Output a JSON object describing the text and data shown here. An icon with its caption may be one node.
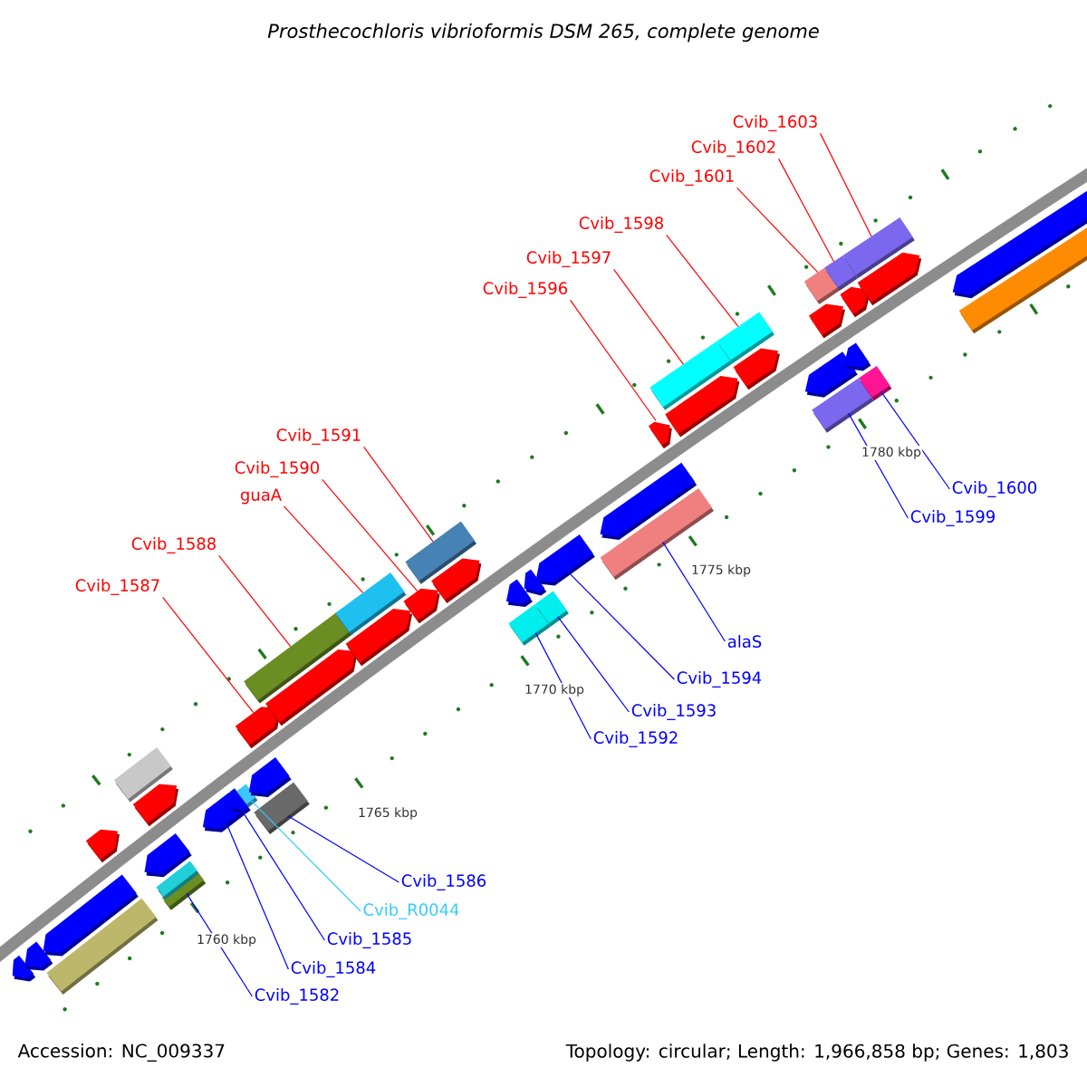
{
  "diagram": {
    "title": "Prosthecochloris vibrioformis DSM 265, complete genome",
    "nodes": [
      {
        "text": [
          "Cvib_1603"
        ]
      },
      {
        "text": [
          "Cvib_1602"
        ]
      },
      {
        "text": [
          "Cvib_1601"
        ]
      },
      {
        "text": [
          "Cvib_1598"
        ]
      },
      {
        "text": [
          "Cvib_1597"
        ]
      },
      {
        "text": [
          "Cvib_1596"
        ]
      },
      {
        "text": [
          "Cvib_1591"
        ]
      },
      {
        "text": [
          "Cvib_1590"
        ]
      },
      {
        "text": [
          "Cvib_1600"
        ]
      },
      {
        "text": [
          "guaA"
        ]
      },
      {
        "text": [
          "Cvib_1599"
        ]
      },
      {
        "text": [
          "Cvib_1588"
        ]
      },
      {
        "text": [
          "Cvib_1587"
        ]
      },
      {
        "text": [
          "alaS"
        ]
      },
      {
        "text": [
          "Cvib_1594"
        ]
      },
      {
        "text": [
          "Cvib_1593"
        ]
      },
      {
        "text": [
          "Cvib_1592"
        ]
      },
      {
        "text": [
          "Cvib_1586"
        ]
      },
      {
        "text": [
          "Cvib_R0044"
        ]
      },
      {
        "text": [
          "Cvib_1585"
        ]
      },
      {
        "text": [
          "Cvib_1584"
        ]
      },
      {
        "text": [
          "Cvib_1582"
        ]
      },
      {
        "text": [],
        "shape": "box"
      },
      {
        "text": [],
        "shape": "pentagon"
      },
      {
        "text": [],
        "shape": "pentagon"
      },
      {
        "text": [],
        "shape": "box"
      },
      {
        "text": [],
        "shape": "box"
      },
      {
        "text": [],
        "shape": "pentagon"
      },
      {
        "text": [],
        "shape": "box"
      },
      {
        "text": [],
        "shape": "box"
      },
      {
        "text": [],
        "shape": "pentagon"
      },
      {
        "text": [],
        "shape": "box"
      },
      {
        "text": [],
        "shape": "box"
      },
      {
        "text": [],
        "shape": "box"
      },
      {
        "text": [],
        "shape": "pentagon"
      },
      {
        "text": [],
        "shape": "box"
      },
      {
        "text": [],
        "shape": "pentagon"
      },
      {
        "text": [],
        "shape": "box"
      },
      {
        "text": [],
        "shape": "box"
      },
      {
        "text": [],
        "shape": "box"
      },
      {
        "text": [],
        "shape": "box"
      },
      {
        "text": [],
        "shape": "box"
      },
      {
        "text": [],
        "shape": "box"
      },
      {
        "text": [],
        "shape": "box"
      },
      {
        "text": [],
        "shape": "pentagon"
      },
      {
        "text": [],
        "shape": "pentagon"
      },
      {
        "text": [],
        "shape": "pentagon"
      },
      {
        "text": [],
        "shape": "box"
      },
      {
        "text": [],
        "shape": "pentagon"
      },
      {
        "text": [],
        "shape": "box"
      },
      {
        "text": [],
        "shape": "pentagon"
      },
      {
        "text": [],
        "shape": "pentagon"
      },
      {
        "text": [],
        "shape": "box"
      },
      {
        "text": [],
        "shape": "pentagon"
      },
      {
        "text": [],
        "shape": "pentagon"
      },
      {
        "text": [],
        "shape": "pentagon"
      },
      {
        "text": [],
        "shape": "pentagon"
      },
      {
        "text": [],
        "shape": "pentagon"
      },
      {
        "text": [],
        "shape": "pentagon"
      },
      {
        "text": [],
        "shape": "pentagon"
      },
      {
        "text": [],
        "shape": "pentagon"
      },
      {
        "text": [],
        "shape": "pentagon"
      },
      {
        "text": [],
        "shape": "pentagon"
      },
      {
        "text": [],
        "shape": "pentagon"
      },
      {
        "text": [],
        "shape": "pentagon"
      },
      {
        "text": [],
        "shape": "pentagon"
      },
      {
        "text": [],
        "shape": "pentagon"
      },
      {
        "text": [],
        "shape": "pentagon"
      },
      {
        "text": [],
        "shape": "box"
      }
    ],
    "edges": [
      {
        "from": 0,
        "to": 43,
        "arrow": "none"
      },
      {
        "from": 1,
        "to": 42,
        "arrow": "none"
      },
      {
        "from": 2,
        "to": 41,
        "arrow": "none"
      },
      {
        "from": 3,
        "to": 38,
        "arrow": "none"
      },
      {
        "from": 4,
        "to": 37,
        "arrow": "none"
      },
      {
        "from": 5,
        "to": 36,
        "arrow": "none"
      },
      {
        "from": 6,
        "to": 31,
        "arrow": "none"
      },
      {
        "from": 7,
        "to": 30,
        "arrow": "none"
      },
      {
        "from": 8,
        "to": 40,
        "arrow": "none",
        "color": "#0000ff"
      },
      {
        "from": 9,
        "to": 29,
        "arrow": "none"
      },
      {
        "from": 10,
        "to": 39,
        "arrow": "none",
        "color": "#0000ff"
      },
      {
        "from": 11,
        "to": 28,
        "arrow": "none"
      },
      {
        "from": 12,
        "to": 27,
        "arrow": "none"
      },
      {
        "from": 13,
        "to": 35,
        "arrow": "none",
        "color": "#0000ff"
      },
      {
        "from": 14,
        "to": 34,
        "arrow": "none",
        "color": "#0000ff"
      },
      {
        "from": 15,
        "to": 33,
        "arrow": "none",
        "color": "#0000ff"
      },
      {
        "from": 16,
        "to": 32,
        "arrow": "none",
        "color": "#0000ff"
      },
      {
        "from": 17,
        "to": 26,
        "arrow": "none",
        "color": "#0000ff"
      },
      {
        "from": 18,
        "to": 25,
        "arrow": "none",
        "color": "#33ccff"
      },
      {
        "from": 19,
        "to": 24,
        "arrow": "none",
        "color": "#0000ff"
      },
      {
        "from": 20,
        "to": 23,
        "arrow": "none",
        "color": "#0000ff"
      },
      {
        "from": 21,
        "to": 22,
        "arrow": "none",
        "color": "#0000ff"
      }
    ],
    "labels": [
      "1780 kbp",
      "1775 kbp",
      "1770 kbp",
      "1765 kbp",
      "1760 kbp",
      "Accession: NC_009337",
      "Topology: circular; Length: 1,966,858 bp; Genes: 1,803"
    ]
  }
}
